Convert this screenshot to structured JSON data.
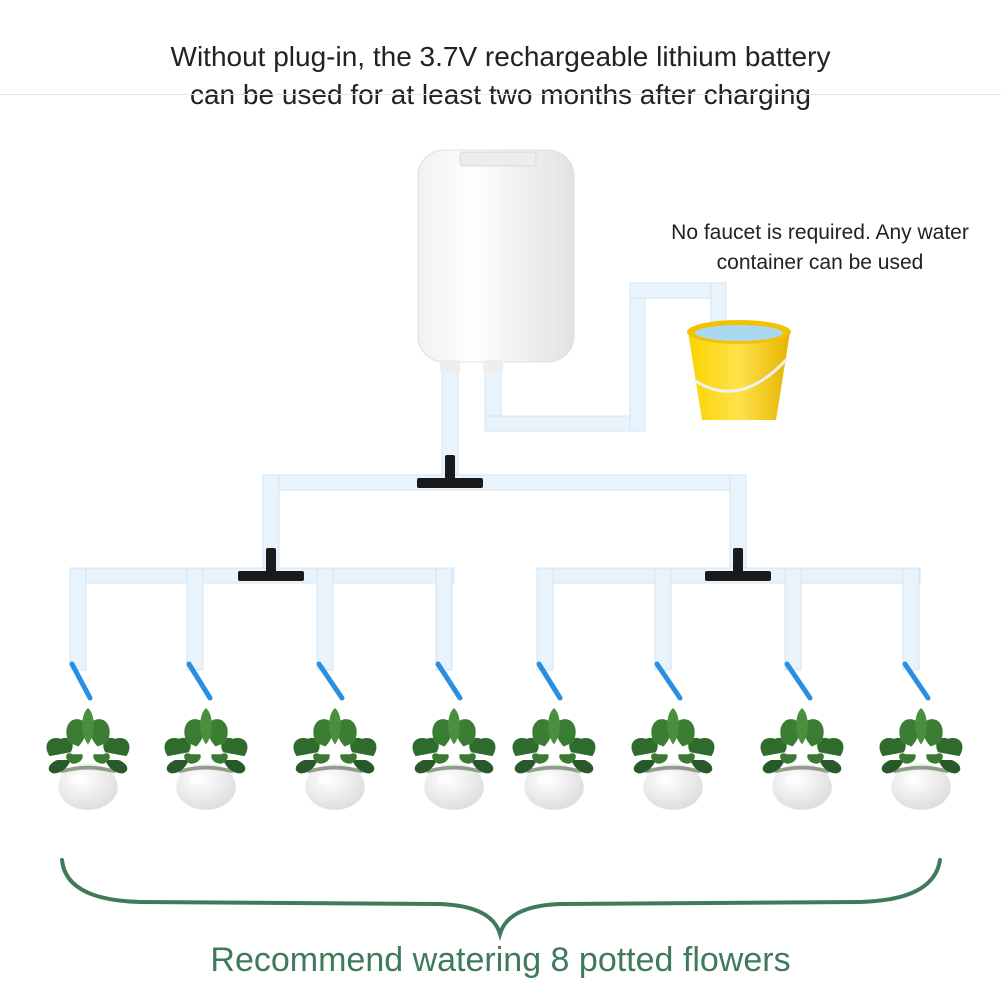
{
  "headline": {
    "line1": "Without plug-in, the 3.7V rechargeable lithium battery",
    "line2": "can be used for at least two months after charging"
  },
  "note": {
    "line1": "No faucet is required. Any water",
    "line2": "container can be used"
  },
  "footer": "Recommend watering 8 potted flowers",
  "pot_count": 8,
  "colors": {
    "tube": "#e8f3fb",
    "tube_edge": "#d2e4f1",
    "connector": "#1a1a1a",
    "dripper": "#2a8fe0",
    "bucket": "#f5c400",
    "brace": "#3f7a5a",
    "leaf": "#2f6b2c"
  }
}
